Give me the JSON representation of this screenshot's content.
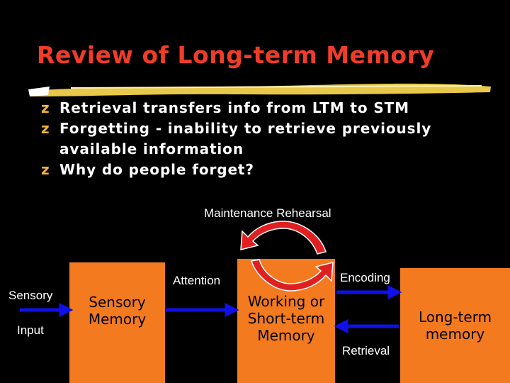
{
  "slide": {
    "title": "Review of Long-term Memory",
    "bullet_marker": "z",
    "bullets": [
      "Retrieval transfers info from LTM to STM",
      "Forgetting - inability to retrieve previously available information",
      "Why do people forget?"
    ]
  },
  "diagram": {
    "boxes": {
      "sensory": "Sensory\nMemory",
      "working": "Working or\nShort-term\nMemory",
      "long_term": "Long-term\nmemory"
    },
    "labels": {
      "maintenance": "Maintenance Rehearsal",
      "attention": "Attention",
      "encoding": "Encoding",
      "retrieval": "Retrieval",
      "sensory_input_line1": "Sensory",
      "sensory_input_line2": "Input"
    }
  },
  "colors": {
    "title": "#f03c28",
    "box_fill": "#f47a20",
    "arrow_blue": "#1010e8",
    "rehearsal_red": "#e02020",
    "bullet_marker": "#f0b43c"
  }
}
